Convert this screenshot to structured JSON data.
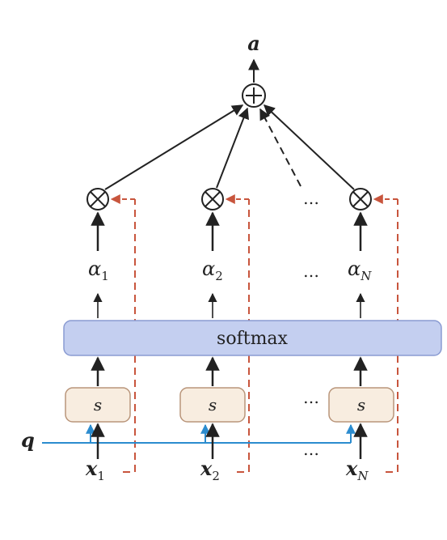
{
  "output_label": "a",
  "sum_symbol": "⊕",
  "product_symbol": "⊗",
  "ellipsis": "…",
  "softmax_label": "softmax",
  "score_label": "s",
  "query_label": "q",
  "columns": [
    {
      "x_base": "x",
      "x_sub": "1",
      "alpha_base": "α",
      "alpha_sub": "1"
    },
    {
      "x_base": "x",
      "x_sub": "2",
      "alpha_base": "α",
      "alpha_sub": "2"
    },
    {
      "x_base": "x",
      "x_sub": "N",
      "alpha_base": "α",
      "alpha_sub": "N"
    }
  ],
  "colors": {
    "softmax_fill": "#c4cff0",
    "softmax_stroke": "#8a9bd2",
    "score_fill": "#f8ede0",
    "score_stroke": "#b9957a",
    "query_line": "#2b8ccf",
    "dashed_line": "#c8553d",
    "arrow": "#222222"
  }
}
